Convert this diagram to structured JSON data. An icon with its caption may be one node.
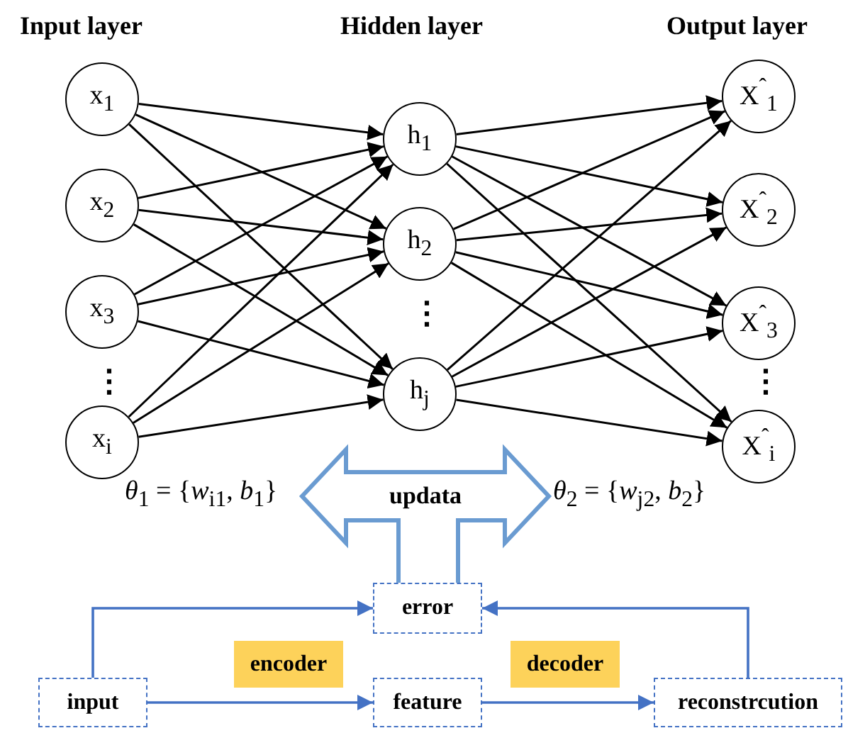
{
  "diagram": {
    "nodes": [
      {
        "text": [
          "x$_{1}$"
        ]
      },
      {
        "text": [
          "x$_{2}$"
        ]
      },
      {
        "text": [
          "x$_{3}$"
        ]
      },
      {
        "text": [
          "x$_{i}$"
        ]
      },
      {
        "text": [
          "h$_{1}$"
        ]
      },
      {
        "text": [
          "h$_{2}$"
        ]
      },
      {
        "text": [
          "h$_{j}$"
        ]
      },
      {
        "text": [
          "X$^{ˆ}$$_{1}$"
        ]
      },
      {
        "text": [
          "X$^{ˆ}$$_{2}$"
        ]
      },
      {
        "text": [
          "X$^{ˆ}$$_{3}$"
        ]
      },
      {
        "text": [
          "X$^{ˆ}$$_{i}$"
        ]
      },
      {
        "text": [
          "updata"
        ]
      },
      {
        "text": [
          "error"
        ]
      },
      {
        "text": [
          "input"
        ]
      },
      {
        "text": [
          "feature"
        ]
      },
      {
        "text": [
          "reconstrcution"
        ]
      },
      {
        "text": [
          "encoder"
        ]
      },
      {
        "text": [
          "decoder"
        ]
      }
    ],
    "edges": [
      {
        "from": 0,
        "to": 4,
        "arrow": "to"
      },
      {
        "from": 0,
        "to": 5,
        "arrow": "to"
      },
      {
        "from": 0,
        "to": 6,
        "arrow": "to"
      },
      {
        "from": 1,
        "to": 4,
        "arrow": "to"
      },
      {
        "from": 1,
        "to": 5,
        "arrow": "to"
      },
      {
        "from": 1,
        "to": 6,
        "arrow": "to"
      },
      {
        "from": 2,
        "to": 4,
        "arrow": "to"
      },
      {
        "from": 2,
        "to": 5,
        "arrow": "to"
      },
      {
        "from": 2,
        "to": 6,
        "arrow": "to"
      },
      {
        "from": 3,
        "to": 4,
        "arrow": "to"
      },
      {
        "from": 3,
        "to": 5,
        "arrow": "to"
      },
      {
        "from": 3,
        "to": 6,
        "arrow": "to"
      },
      {
        "from": 4,
        "to": 7,
        "arrow": "to"
      },
      {
        "from": 4,
        "to": 8,
        "arrow": "to"
      },
      {
        "from": 4,
        "to": 9,
        "arrow": "to"
      },
      {
        "from": 4,
        "to": 10,
        "arrow": "to"
      },
      {
        "from": 5,
        "to": 7,
        "arrow": "to"
      },
      {
        "from": 5,
        "to": 8,
        "arrow": "to"
      },
      {
        "from": 5,
        "to": 9,
        "arrow": "to"
      },
      {
        "from": 5,
        "to": 10,
        "arrow": "to"
      },
      {
        "from": 6,
        "to": 7,
        "arrow": "to"
      },
      {
        "from": 6,
        "to": 8,
        "arrow": "to"
      },
      {
        "from": 6,
        "to": 9,
        "arrow": "to"
      },
      {
        "from": 6,
        "to": 10,
        "arrow": "to"
      },
      {
        "from": 13,
        "to": 12,
        "arrow": "to",
        "color": "#4472c4"
      },
      {
        "from": 15,
        "to": 12,
        "arrow": "to",
        "color": "#4472c4"
      },
      {
        "from": 13,
        "to": 14,
        "arrow": "to",
        "color": "#4472c4"
      },
      {
        "from": 14,
        "to": 15,
        "arrow": "to",
        "color": "#4472c4"
      }
    ],
    "labels": [
      "Input layer",
      "Hidden layer",
      "Output layer",
      "⋮",
      "⋮",
      "⋮",
      "*θ*$_{1}$ = {*w*$_{i1}$, *b*$_{1}$}",
      "*θ*$_{2}$ = {*w*$_{j2}$, *b*$_{2}$}"
    ]
  }
}
